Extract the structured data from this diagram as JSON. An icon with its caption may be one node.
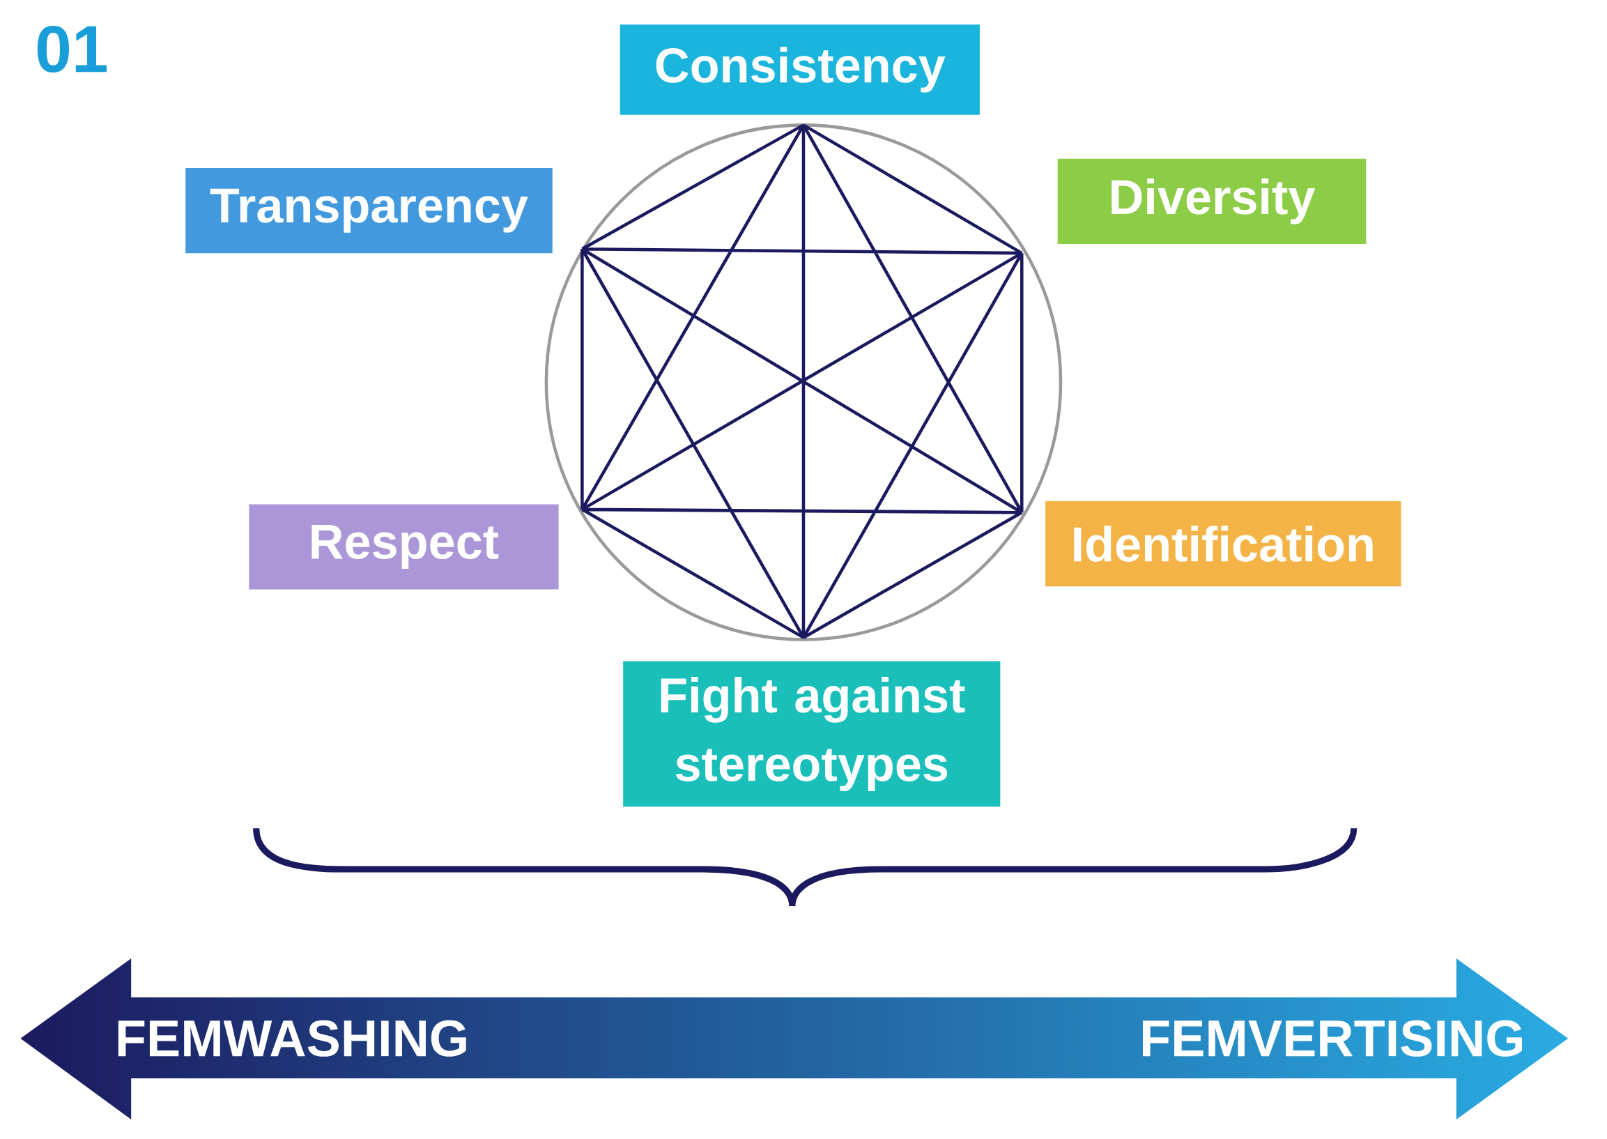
{
  "diagram": {
    "nodes": [
      {
        "text": [
          "Consistency"
        ]
      },
      {
        "text": [
          "Transparency"
        ]
      },
      {
        "text": [
          "Diversity"
        ]
      },
      {
        "text": [
          "Respect"
        ]
      },
      {
        "text": [
          "Identification"
        ]
      },
      {
        "text": [
          "Fight against stereotypes"
        ]
      },
      {
        "text": [
          "FEMWASHING",
          "FEMVERTISING"
        ]
      }
    ],
    "labels": [
      "01"
    ]
  }
}
